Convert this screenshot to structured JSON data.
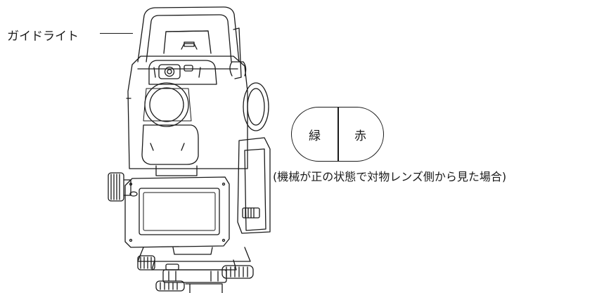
{
  "labels": {
    "guide_light": "ガイドライト",
    "lamp_left": "緑",
    "lamp_right": "赤",
    "caption": "(機械が正の状態で対物レンズ側から見た場合)"
  },
  "colors": {
    "line": "#1a1a1a",
    "background": "#ffffff"
  }
}
